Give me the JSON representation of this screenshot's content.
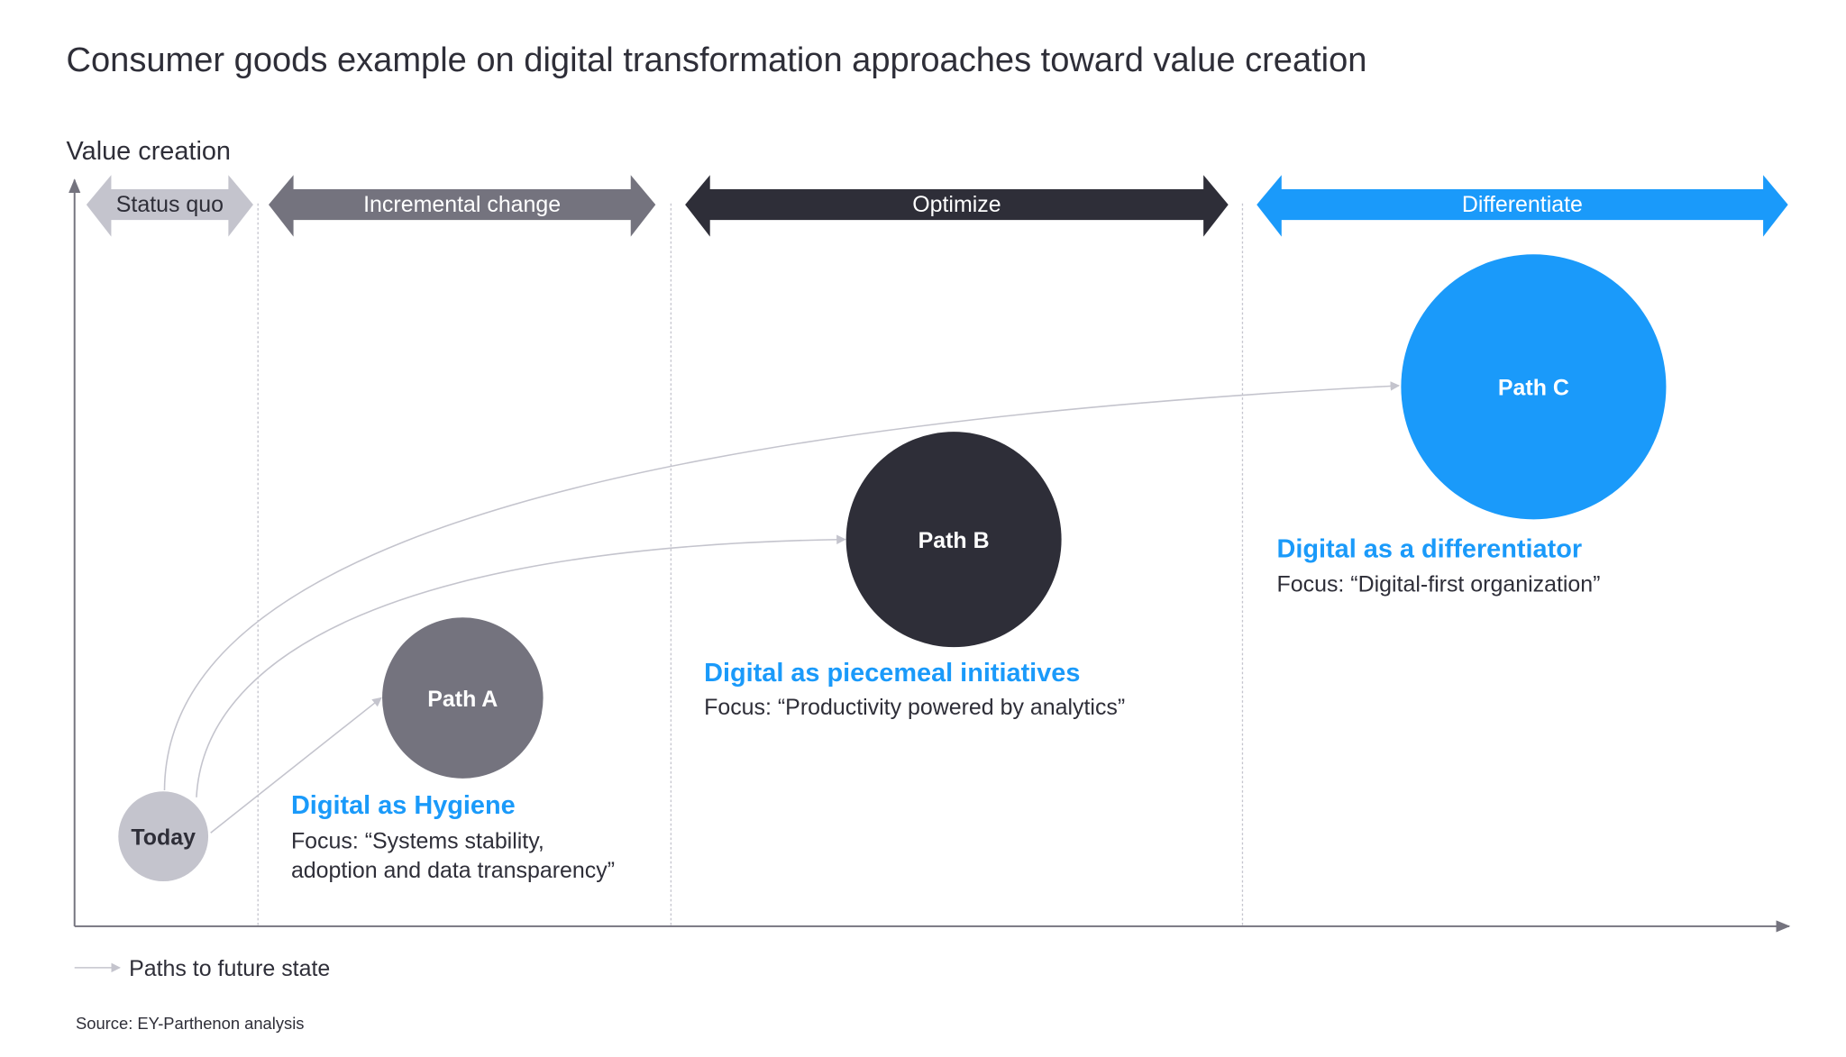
{
  "title": "Consumer goods example on digital transformation approaches toward value creation",
  "y_axis_label": "Value creation",
  "colors": {
    "light_gray": "#c4c4cd",
    "mid_gray": "#74737e",
    "dark": "#2e2e38",
    "blue": "#1a9afa"
  },
  "bands": [
    {
      "label": "Status quo"
    },
    {
      "label": "Incremental change"
    },
    {
      "label": "Optimize"
    },
    {
      "label": "Differentiate"
    }
  ],
  "nodes": {
    "today": "Today",
    "path_a": "Path A",
    "path_b": "Path B",
    "path_c": "Path C"
  },
  "descriptions": {
    "a": {
      "heading": "Digital as Hygiene",
      "focus_line1": "Focus: “Systems stability,",
      "focus_line2": "adoption and data transparency”"
    },
    "b": {
      "heading": "Digital as piecemeal initiatives",
      "focus": "Focus: “Productivity powered by analytics”"
    },
    "c": {
      "heading": "Digital as a differentiator",
      "focus": "Focus: “Digital-first organization”"
    }
  },
  "legend": {
    "paths": "Paths to future state"
  },
  "source": "Source: EY-Parthenon analysis"
}
